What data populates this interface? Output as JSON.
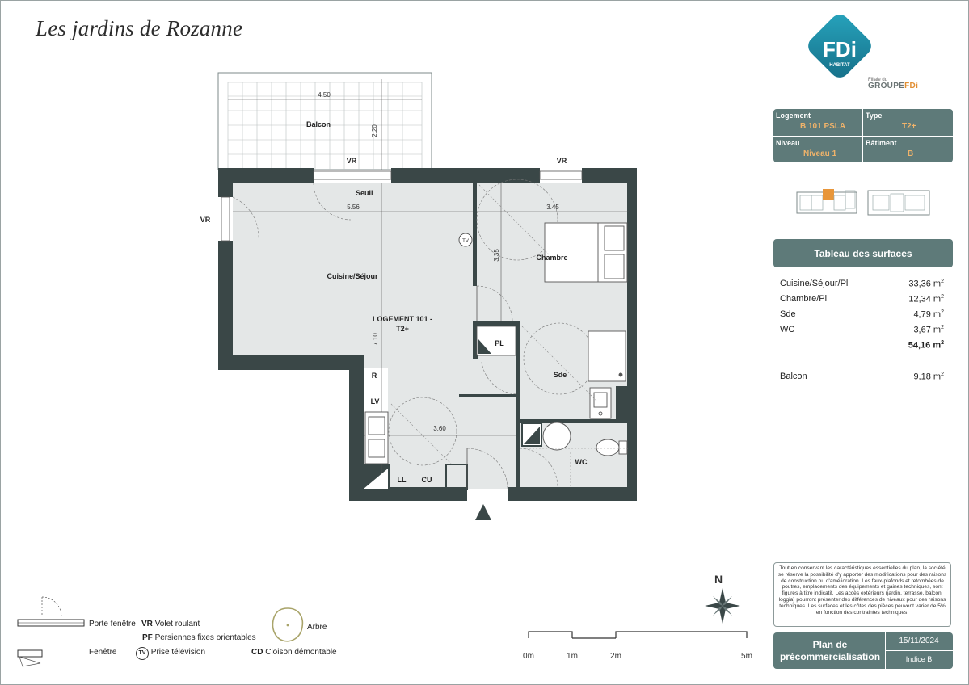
{
  "title": "Les jardins de Rozanne",
  "logo": {
    "text": "FDi",
    "subtext": "HABITAT",
    "tagline": "Filiale du",
    "group": "GROUPE",
    "group_accent": "FDi"
  },
  "info": {
    "logement_label": "Logement",
    "logement_value": "B 101 PSLA",
    "type_label": "Type",
    "type_value": "T2+",
    "niveau_label": "Niveau",
    "niveau_value": "Niveau 1",
    "batiment_label": "Bâtiment",
    "batiment_value": "B"
  },
  "surfaces": {
    "title": "Tableau des surfaces",
    "unit": "m",
    "rows": [
      {
        "name": "Cuisine/Séjour/Pl",
        "value": "33,36"
      },
      {
        "name": "Chambre/Pl",
        "value": "12,34"
      },
      {
        "name": "Sde",
        "value": "4,79"
      },
      {
        "name": "WC",
        "value": "3,67"
      }
    ],
    "total": "54,16",
    "balcon_name": "Balcon",
    "balcon_value": "9,18"
  },
  "plan": {
    "rooms": {
      "balcon": "Balcon",
      "seuil": "Seuil",
      "cuisine": "Cuisine/Séjour",
      "chambre": "Chambre",
      "logement": "LOGEMENT 101 -",
      "logement_type": "T2+",
      "sde": "Sde",
      "wc": "WC",
      "pl": "PL",
      "r": "R",
      "lv": "LV",
      "ll": "LL",
      "cu": "CU",
      "tv": "TV"
    },
    "vr_labels": [
      "VR",
      "VR",
      "VR"
    ],
    "dims": {
      "balcon_w": "4.50",
      "balcon_h": "2.20",
      "sejour_w": "5.56",
      "chambre_w": "3.45",
      "chambre_h": "3.35",
      "sejour_h": "7.10",
      "bottom_w": "3.60"
    }
  },
  "legend": {
    "porte_fenetre": "Porte fenêtre",
    "fenetre": "Fenêtre",
    "vr_code": "VR",
    "vr": "Volet roulant",
    "pf_code": "PF",
    "pf": "Persiennes fixes orientables",
    "tv_code": "TV",
    "tv": "Prise télévision",
    "cd_code": "CD",
    "cd": "Cloison démontable",
    "arbre": "Arbre"
  },
  "compass": "N",
  "scale": {
    "ticks": [
      "0m",
      "1m",
      "2m",
      "5m"
    ]
  },
  "disclaimer": "Tout en conservant les caractéristiques essentielles du plan, la société se réserve la possibilité d'y apporter des modifications pour des raisons de construction ou d'amélioration. Les faux-plafonds et retombées de poutres, emplacements des équipements et gaines techniques, sont figurés à titre indicatif. Les accès extérieurs (jardin, terrasse, balcon, loggia) pourront présenter des différences de niveaux pour des raisons techniques. Les surfaces et les côtes des pièces peuvent varier de 5% en fonction des contraintes techniques.",
  "footer": {
    "label": "Plan de précommercialisation",
    "date": "15/11/2024",
    "indice": "Indice B"
  },
  "colors": {
    "accent": "#5e7a79",
    "wall": "#3a4747",
    "floor": "#e4e7e7",
    "logo": "#1f8fa8",
    "highlight": "#f0b36a"
  }
}
